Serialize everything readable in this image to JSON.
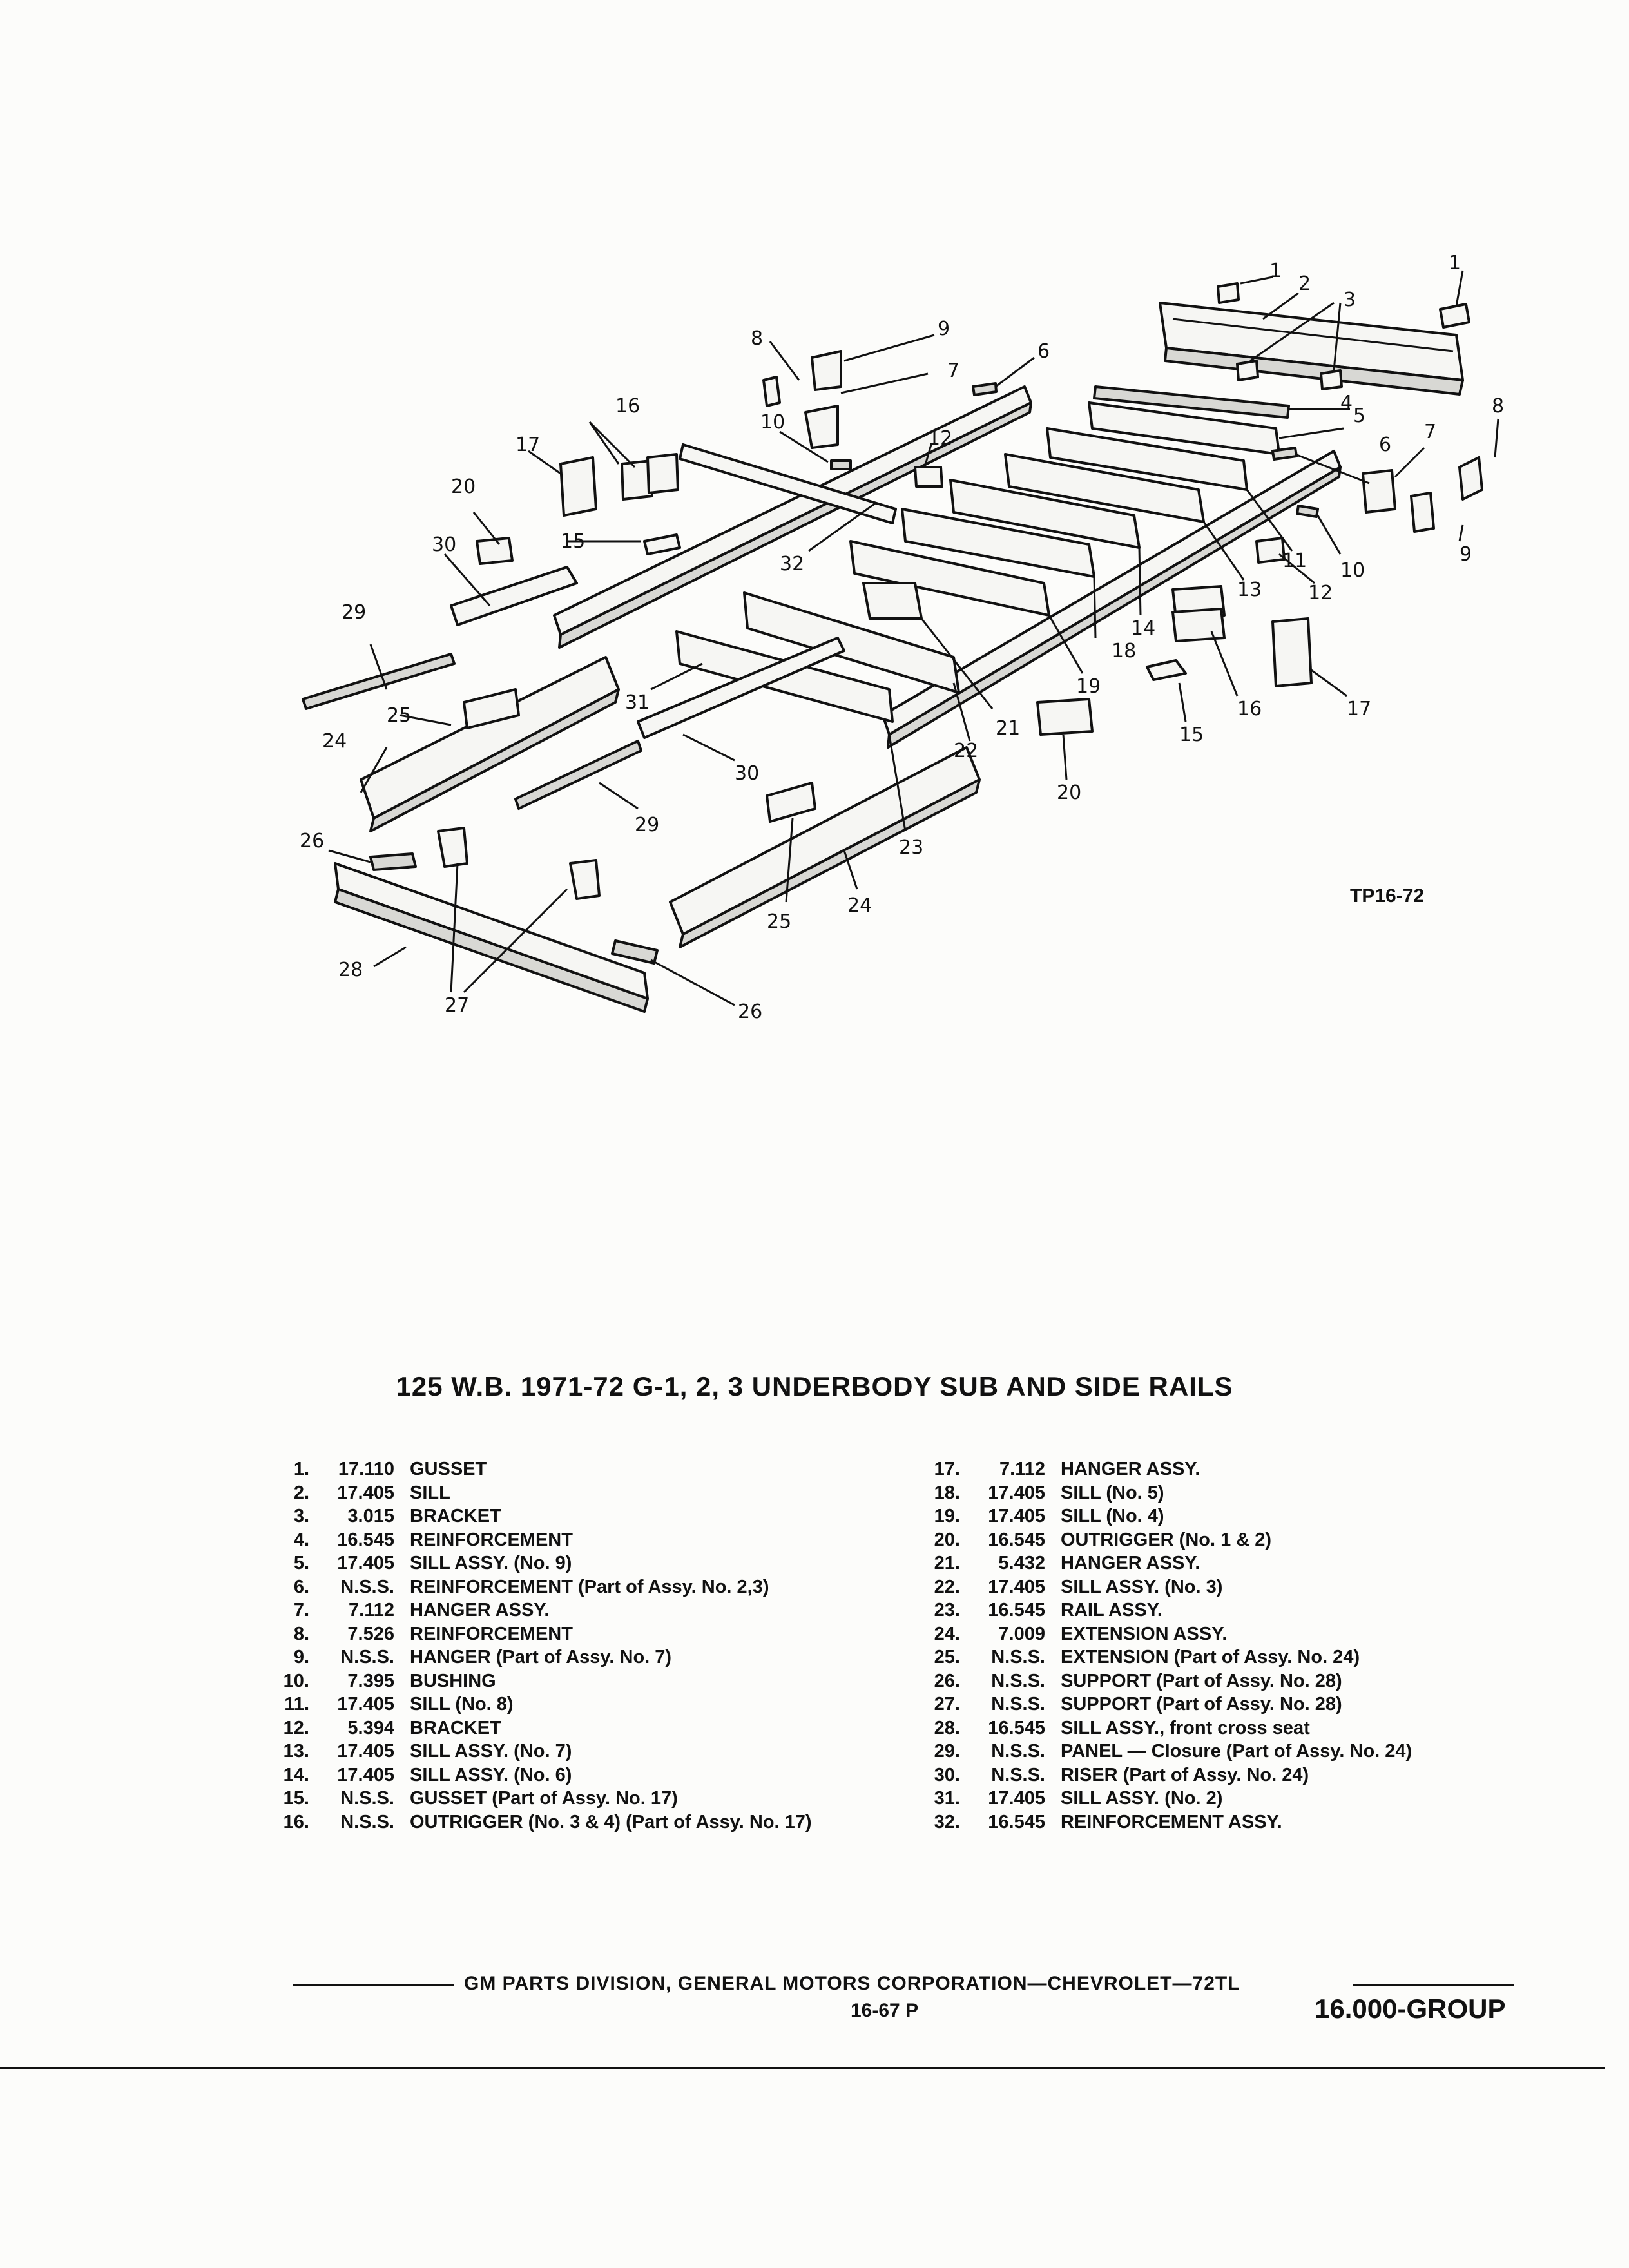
{
  "diagram": {
    "figure_code": "TP16-72",
    "callouts": [
      "1",
      "1",
      "2",
      "3",
      "4",
      "5",
      "6",
      "6",
      "7",
      "7",
      "8",
      "8",
      "9",
      "9",
      "10",
      "10",
      "11",
      "12",
      "12",
      "13",
      "14",
      "15",
      "15",
      "16",
      "16",
      "17",
      "17",
      "18",
      "19",
      "20",
      "20",
      "21",
      "22",
      "23",
      "24",
      "24",
      "25",
      "25",
      "26",
      "26",
      "27",
      "28",
      "29",
      "29",
      "30",
      "30",
      "31",
      "32"
    ]
  },
  "title": "125 W.B. 1971-72 G-1, 2, 3 UNDERBODY SUB AND SIDE RAILS",
  "parts_left": [
    {
      "num": "1.",
      "code": "17.110",
      "desc": "GUSSET"
    },
    {
      "num": "2.",
      "code": "17.405",
      "desc": "SILL"
    },
    {
      "num": "3.",
      "code": "3.015",
      "desc": "BRACKET"
    },
    {
      "num": "4.",
      "code": "16.545",
      "desc": "REINFORCEMENT"
    },
    {
      "num": "5.",
      "code": "17.405",
      "desc": "SILL ASSY. (No. 9)"
    },
    {
      "num": "6.",
      "code": "N.S.S.",
      "desc": "REINFORCEMENT (Part of Assy. No. 2,3)"
    },
    {
      "num": "7.",
      "code": "7.112",
      "desc": "HANGER ASSY."
    },
    {
      "num": "8.",
      "code": "7.526",
      "desc": "REINFORCEMENT"
    },
    {
      "num": "9.",
      "code": "N.S.S.",
      "desc": "HANGER (Part of Assy. No. 7)"
    },
    {
      "num": "10.",
      "code": "7.395",
      "desc": "BUSHING"
    },
    {
      "num": "11.",
      "code": "17.405",
      "desc": "SILL (No. 8)"
    },
    {
      "num": "12.",
      "code": "5.394",
      "desc": "BRACKET"
    },
    {
      "num": "13.",
      "code": "17.405",
      "desc": "SILL ASSY. (No. 7)"
    },
    {
      "num": "14.",
      "code": "17.405",
      "desc": "SILL ASSY. (No. 6)"
    },
    {
      "num": "15.",
      "code": "N.S.S.",
      "desc": "GUSSET (Part of Assy. No. 17)"
    },
    {
      "num": "16.",
      "code": "N.S.S.",
      "desc": "OUTRIGGER (No. 3 & 4) (Part of Assy. No. 17)"
    }
  ],
  "parts_right": [
    {
      "num": "17.",
      "code": "7.112",
      "desc": "HANGER ASSY."
    },
    {
      "num": "18.",
      "code": "17.405",
      "desc": "SILL (No. 5)"
    },
    {
      "num": "19.",
      "code": "17.405",
      "desc": "SILL (No. 4)"
    },
    {
      "num": "20.",
      "code": "16.545",
      "desc": "OUTRIGGER (No. 1 & 2)"
    },
    {
      "num": "21.",
      "code": "5.432",
      "desc": "HANGER ASSY."
    },
    {
      "num": "22.",
      "code": "17.405",
      "desc": "SILL ASSY. (No. 3)"
    },
    {
      "num": "23.",
      "code": "16.545",
      "desc": "RAIL ASSY."
    },
    {
      "num": "24.",
      "code": "7.009",
      "desc": "EXTENSION ASSY."
    },
    {
      "num": "25.",
      "code": "N.S.S.",
      "desc": "EXTENSION (Part of Assy. No. 24)"
    },
    {
      "num": "26.",
      "code": "N.S.S.",
      "desc": "SUPPORT (Part of Assy. No. 28)"
    },
    {
      "num": "27.",
      "code": "N.S.S.",
      "desc": "SUPPORT (Part of Assy. No. 28)"
    },
    {
      "num": "28.",
      "code": "16.545",
      "desc": "SILL ASSY., front cross seat"
    },
    {
      "num": "29.",
      "code": "N.S.S.",
      "desc": "PANEL — Closure (Part of Assy. No. 24)"
    },
    {
      "num": "30.",
      "code": "N.S.S.",
      "desc": "RISER (Part of Assy. No. 24)"
    },
    {
      "num": "31.",
      "code": "17.405",
      "desc": "SILL ASSY. (No. 2)"
    },
    {
      "num": "32.",
      "code": "16.545",
      "desc": "REINFORCEMENT ASSY."
    }
  ],
  "footer": {
    "corporation": "GM PARTS DIVISION, GENERAL MOTORS CORPORATION—CHEVROLET—72TL",
    "page": "16-67 P",
    "group": "16.000-GROUP"
  }
}
